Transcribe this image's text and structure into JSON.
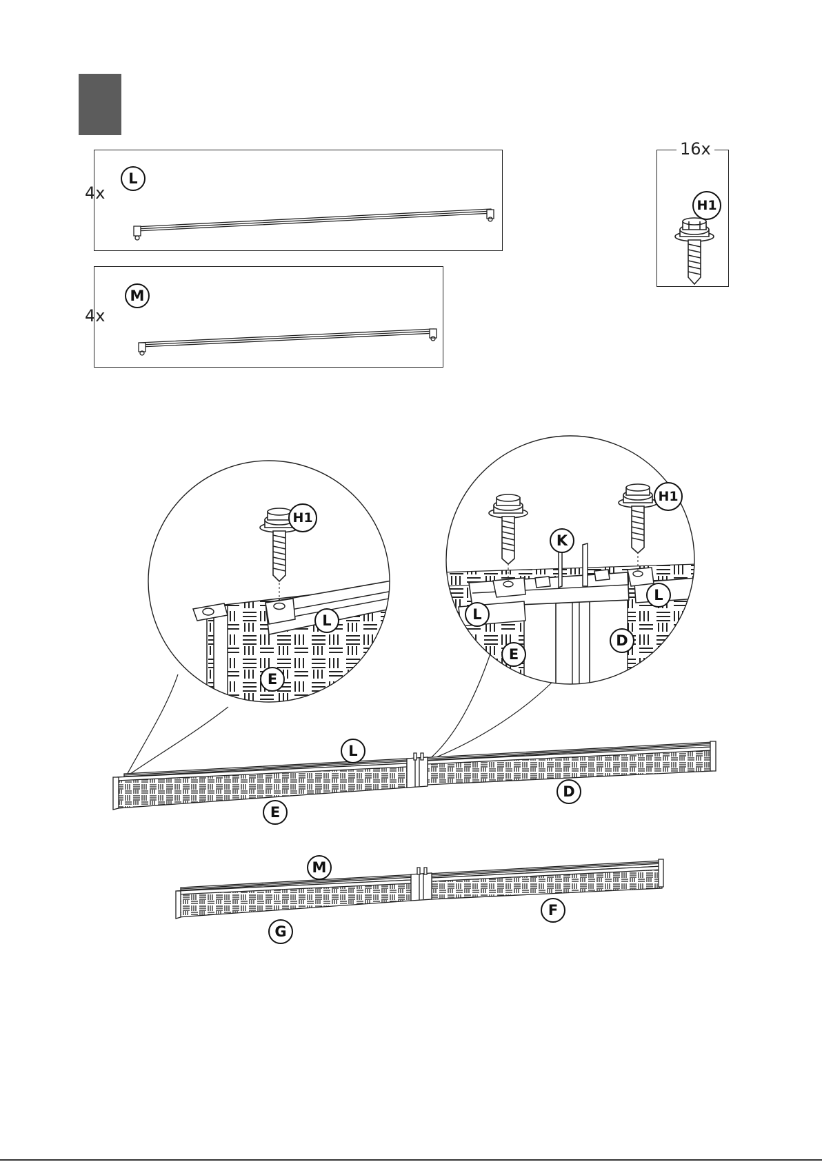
{
  "parts": {
    "rail_l": {
      "label": "L",
      "qty": "4x"
    },
    "rail_m": {
      "label": "M",
      "qty": "4x"
    },
    "bolt_h1": {
      "label": "H1",
      "qty": "16x"
    }
  },
  "detail_left": {
    "bolt": "H1",
    "rail": "L",
    "panel": "E"
  },
  "detail_right": {
    "bolt": "H1",
    "bracket": "K",
    "rail_left": "L",
    "rail_right": "L",
    "panel_left": "E",
    "panel_right": "D"
  },
  "assembly_top": {
    "rail": "L",
    "panel_left": "E",
    "panel_right": "D"
  },
  "assembly_bottom": {
    "rail": "M",
    "panel_left": "G",
    "panel_right": "F"
  }
}
